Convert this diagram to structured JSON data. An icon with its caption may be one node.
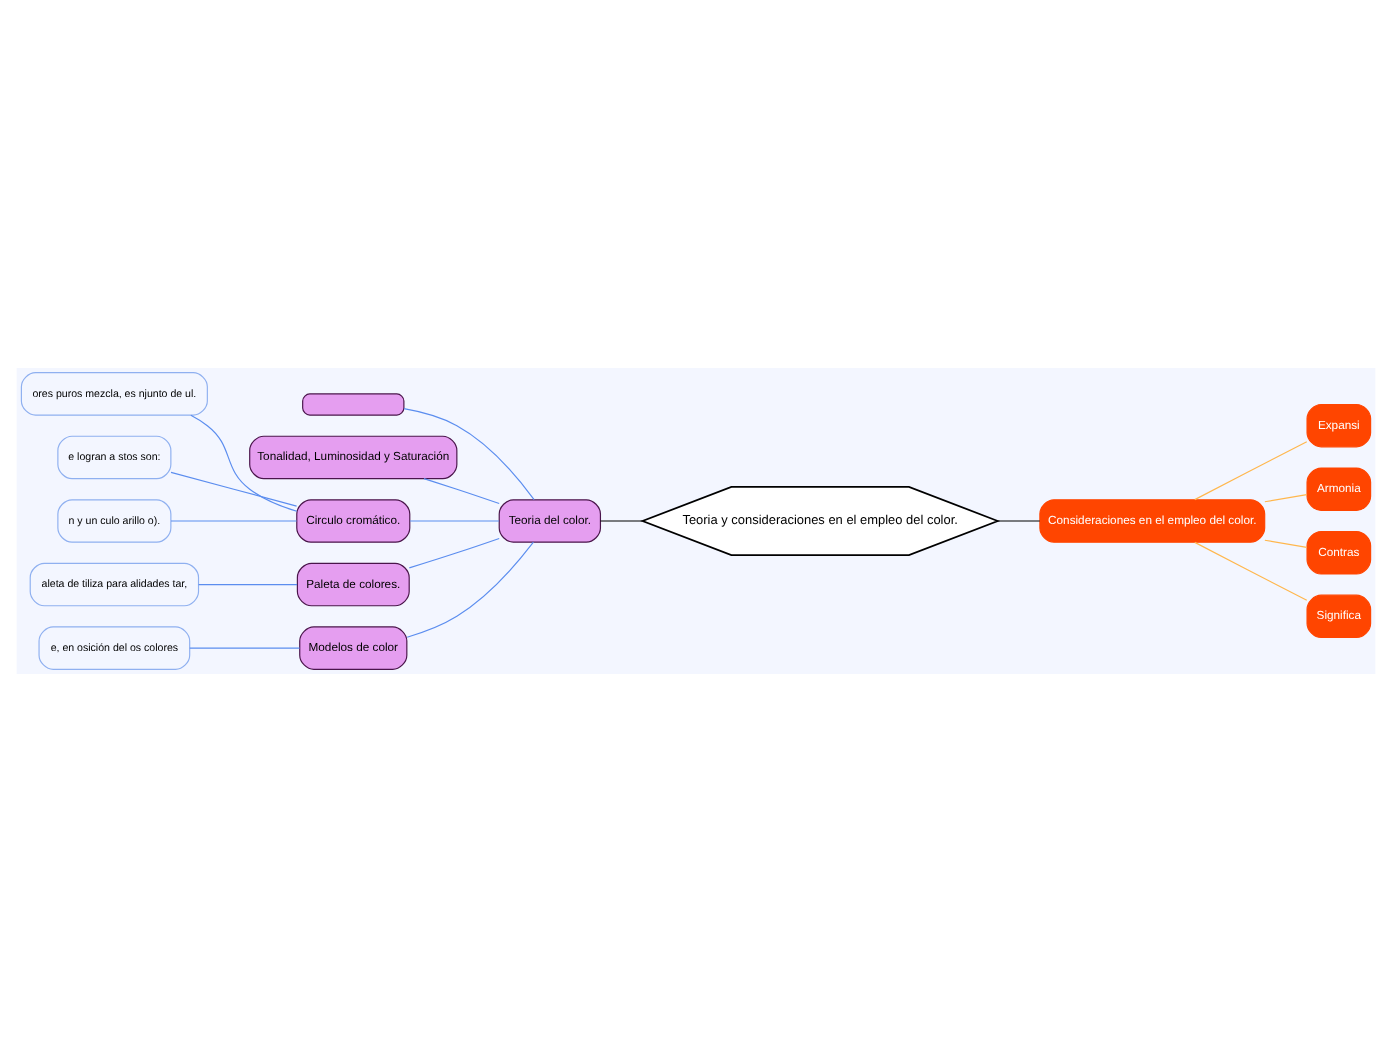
{
  "diagram": {
    "nodes": [
      {
        "text": [
          "Teoria y consideraciones en el empleo del color."
        ]
      },
      {
        "text": [
          "Teoria del color."
        ]
      },
      {
        "text": [
          "Consideraciones en el empleo del color."
        ]
      },
      {
        "text": [],
        "shape": "box"
      },
      {
        "text": [
          "Tonalidad, Luminosidad y Saturación"
        ]
      },
      {
        "text": [
          "Circulo cromático."
        ]
      },
      {
        "text": [
          "Paleta de colores."
        ]
      },
      {
        "text": [
          "Modelos de color"
        ]
      },
      {
        "text": [
          "ores puros mezcla, es njunto de ul."
        ]
      },
      {
        "text": [
          "e logran a stos son:"
        ]
      },
      {
        "text": [
          "n y un culo arillo o)."
        ]
      },
      {
        "text": [
          "aleta de tiliza para alidades tar,"
        ]
      },
      {
        "text": [
          "e, en osición del os colores"
        ]
      },
      {
        "text": [
          "Expansi"
        ]
      },
      {
        "text": [
          "Armonia"
        ]
      },
      {
        "text": [
          "Contras"
        ]
      },
      {
        "text": [
          "Significa"
        ]
      }
    ],
    "edges": [
      {
        "from": 0,
        "to": 1,
        "arrow": "none",
        "color": "#000000"
      },
      {
        "from": 0,
        "to": 2,
        "arrow": "none",
        "color": "#000000"
      },
      {
        "from": 1,
        "to": 3,
        "arrow": "none"
      },
      {
        "from": 1,
        "to": 4,
        "arrow": "none"
      },
      {
        "from": 1,
        "to": 5,
        "arrow": "none"
      },
      {
        "from": 1,
        "to": 6,
        "arrow": "none"
      },
      {
        "from": 1,
        "to": 7,
        "arrow": "none"
      },
      {
        "from": 5,
        "to": 8,
        "arrow": "none"
      },
      {
        "from": 5,
        "to": 9,
        "arrow": "none"
      },
      {
        "from": 5,
        "to": 10,
        "arrow": "none"
      },
      {
        "from": 6,
        "to": 11,
        "arrow": "none"
      },
      {
        "from": 7,
        "to": 12,
        "arrow": "none"
      },
      {
        "from": 2,
        "to": 13,
        "arrow": "none",
        "color": "#ffb74d"
      },
      {
        "from": 2,
        "to": 14,
        "arrow": "none",
        "color": "#ffb74d"
      },
      {
        "from": 2,
        "to": 15,
        "arrow": "none",
        "color": "#ffb74d"
      },
      {
        "from": 2,
        "to": 16,
        "arrow": "none",
        "color": "#ffb74d"
      }
    ]
  }
}
